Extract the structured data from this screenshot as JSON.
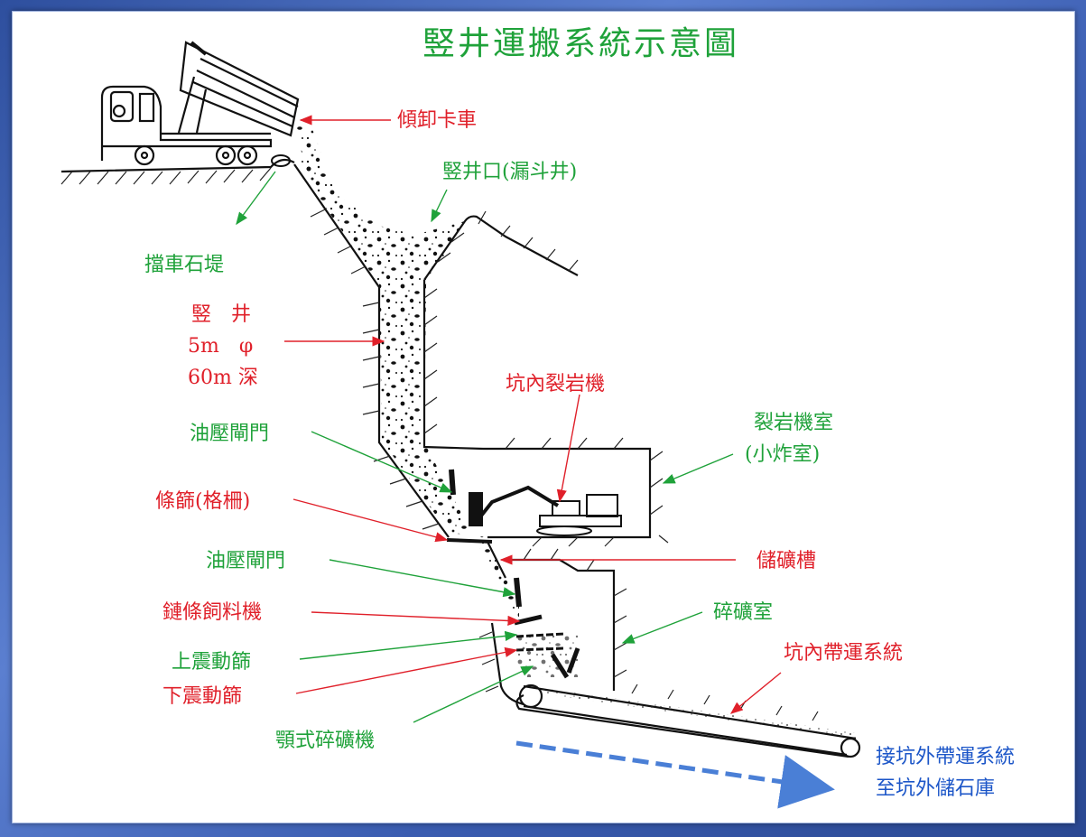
{
  "title": "竪井運搬系統示意圖",
  "labels": {
    "dump_truck": "傾卸卡車",
    "shaft_mouth": "竪井口(漏斗井)",
    "curb": "擋車石堤",
    "shaft_line1": "竪　井",
    "shaft_line2": "5m　φ",
    "shaft_line3": "60m 深",
    "rock_breaker": "坑內裂岩機",
    "breaker_room_1": "裂岩機室",
    "breaker_room_2": "(小炸室)",
    "hydraulic_gate_1": "油壓閘門",
    "grizzly": "條篩(格柵)",
    "hydraulic_gate_2": "油壓閘門",
    "ore_bin": "儲礦槽",
    "chain_feeder": "鏈條飼料機",
    "crusher_room": "碎礦室",
    "upper_screen": "上震動篩",
    "lower_screen": "下震動篩",
    "belt_system": "坑內帶運系統",
    "jaw_crusher": "顎式碎礦機",
    "external_1": "接坑外帶運系統",
    "external_2": "至坑外儲石庫"
  },
  "colors": {
    "red": "#e0202a",
    "green": "#1fa23a",
    "blue": "#1c56c8",
    "frame": "#3f63b5"
  }
}
